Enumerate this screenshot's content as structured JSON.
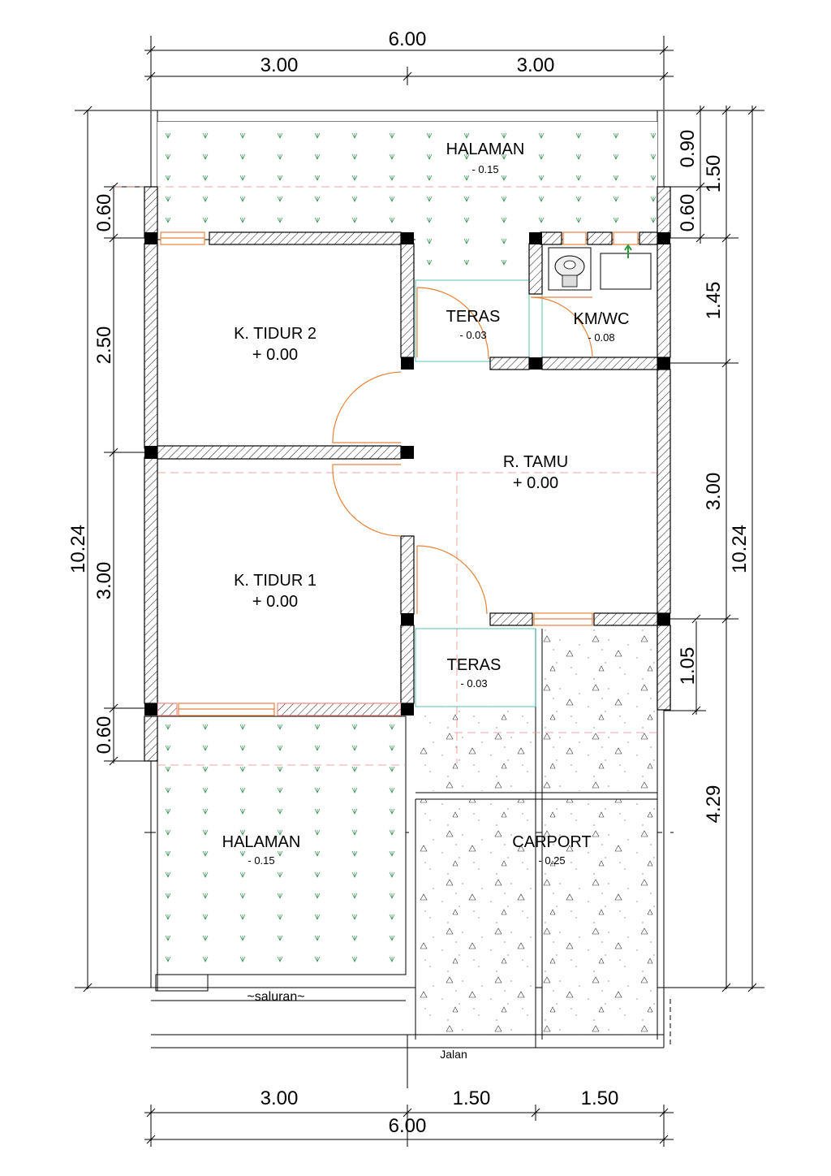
{
  "dimensions": {
    "top_total": "6.00",
    "top_left": "3.00",
    "top_right": "3.00",
    "bottom_total": "6.00",
    "bottom_left": "3.00",
    "bottom_mid": "1.50",
    "bottom_right": "1.50",
    "left_total": "10.24",
    "left_a": "0.60",
    "left_b": "2.50",
    "left_c": "3.00",
    "left_d": "0.60",
    "right_total": "10.24",
    "right_a": "0.90",
    "right_b": "1.50",
    "right_c": "0.60",
    "right_d": "1.45",
    "right_e": "3.00",
    "right_f": "1.05",
    "right_g": "4.29"
  },
  "rooms": {
    "halaman_top": {
      "name": "HALAMAN",
      "level": "- 0.15"
    },
    "kamar2": {
      "name": "K. TIDUR 2",
      "level": "+ 0.00"
    },
    "teras_top": {
      "name": "TERAS",
      "level": "- 0.03"
    },
    "kmwc": {
      "name": "KM/WC",
      "level": "- 0.08"
    },
    "tamu": {
      "name": "R. TAMU",
      "level": "+ 0.00"
    },
    "kamar1": {
      "name": "K. TIDUR 1",
      "level": "+ 0.00"
    },
    "teras_bottom": {
      "name": "TERAS",
      "level": "- 0.03"
    },
    "halaman_bottom": {
      "name": "HALAMAN",
      "level": "- 0.15"
    },
    "carport": {
      "name": "CARPORT",
      "level": "- 0.25"
    }
  },
  "labels": {
    "saluran": "~saluran~",
    "jalan": "Jalan"
  }
}
